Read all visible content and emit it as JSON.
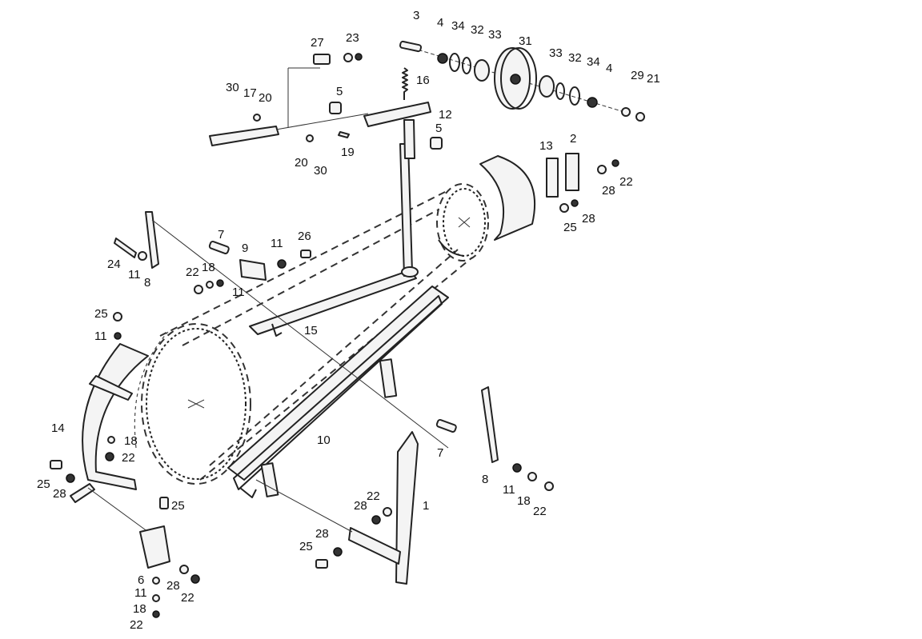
{
  "diagram": {
    "type": "exploded-parts-view",
    "callouts": [
      {
        "id": "c3",
        "text": "3"
      },
      {
        "id": "c4a",
        "text": "4"
      },
      {
        "id": "c34a",
        "text": "34"
      },
      {
        "id": "c32a",
        "text": "32"
      },
      {
        "id": "c33a",
        "text": "33"
      },
      {
        "id": "c31",
        "text": "31"
      },
      {
        "id": "c33b",
        "text": "33"
      },
      {
        "id": "c32b",
        "text": "32"
      },
      {
        "id": "c34b",
        "text": "34"
      },
      {
        "id": "c4b",
        "text": "4"
      },
      {
        "id": "c29",
        "text": "29"
      },
      {
        "id": "c21",
        "text": "21"
      },
      {
        "id": "c27",
        "text": "27"
      },
      {
        "id": "c23",
        "text": "23"
      },
      {
        "id": "c16",
        "text": "16"
      },
      {
        "id": "c30a",
        "text": "30"
      },
      {
        "id": "c17",
        "text": "17"
      },
      {
        "id": "c20a",
        "text": "20"
      },
      {
        "id": "c5a",
        "text": "5"
      },
      {
        "id": "c12",
        "text": "12"
      },
      {
        "id": "c5b",
        "text": "5"
      },
      {
        "id": "c19",
        "text": "19"
      },
      {
        "id": "c20b",
        "text": "20"
      },
      {
        "id": "c30b",
        "text": "30"
      },
      {
        "id": "c13",
        "text": "13"
      },
      {
        "id": "c2",
        "text": "2"
      },
      {
        "id": "c28a",
        "text": "28"
      },
      {
        "id": "c22a",
        "text": "22"
      },
      {
        "id": "c28b",
        "text": "28"
      },
      {
        "id": "c25a",
        "text": "25"
      },
      {
        "id": "c7a",
        "text": "7"
      },
      {
        "id": "c9",
        "text": "9"
      },
      {
        "id": "c11a",
        "text": "11"
      },
      {
        "id": "c26",
        "text": "26"
      },
      {
        "id": "c24",
        "text": "24"
      },
      {
        "id": "c11b",
        "text": "11"
      },
      {
        "id": "c8a",
        "text": "8"
      },
      {
        "id": "c22b",
        "text": "22"
      },
      {
        "id": "c18a",
        "text": "18"
      },
      {
        "id": "c11c",
        "text": "11"
      },
      {
        "id": "c15",
        "text": "15"
      },
      {
        "id": "c25b",
        "text": "25"
      },
      {
        "id": "c11d",
        "text": "11"
      },
      {
        "id": "c14",
        "text": "14"
      },
      {
        "id": "c18b",
        "text": "18"
      },
      {
        "id": "c22c",
        "text": "22"
      },
      {
        "id": "c10",
        "text": "10"
      },
      {
        "id": "c7b",
        "text": "7"
      },
      {
        "id": "c8b",
        "text": "8"
      },
      {
        "id": "c11e",
        "text": "11"
      },
      {
        "id": "c18c",
        "text": "18"
      },
      {
        "id": "c22d",
        "text": "22"
      },
      {
        "id": "c25c",
        "text": "25"
      },
      {
        "id": "c28c",
        "text": "28"
      },
      {
        "id": "c25d",
        "text": "25"
      },
      {
        "id": "c22e",
        "text": "22"
      },
      {
        "id": "c28d",
        "text": "28"
      },
      {
        "id": "c1",
        "text": "1"
      },
      {
        "id": "c28e",
        "text": "28"
      },
      {
        "id": "c25e",
        "text": "25"
      },
      {
        "id": "c6",
        "text": "6"
      },
      {
        "id": "c28f",
        "text": "28"
      },
      {
        "id": "c11f",
        "text": "11"
      },
      {
        "id": "c22f",
        "text": "22"
      },
      {
        "id": "c18d",
        "text": "18"
      },
      {
        "id": "c22g",
        "text": "22"
      }
    ]
  }
}
